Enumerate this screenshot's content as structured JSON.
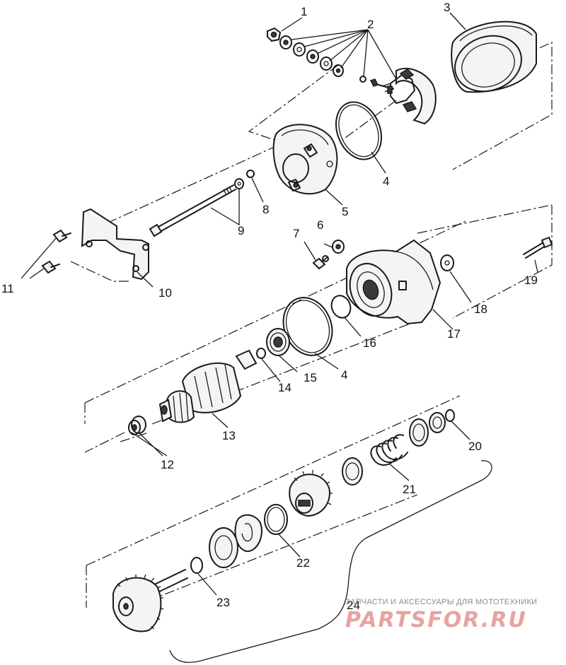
{
  "callouts": {
    "c1": "1",
    "c2": "2",
    "c3": "3",
    "c4a": "4",
    "c4b": "4",
    "c5": "5",
    "c6": "6",
    "c7": "7",
    "c8": "8",
    "c9": "9",
    "c10": "10",
    "c11": "11",
    "c12": "12",
    "c13": "13",
    "c14": "14",
    "c15": "15",
    "c16": "16",
    "c17": "17",
    "c18": "18",
    "c19": "19",
    "c20": "20",
    "c21": "21",
    "c22": "22",
    "c23": "23",
    "c24": "24"
  },
  "watermark": {
    "tagline": "ЗАПЧАСТИ И АКСЕССУАРЫ ДЛЯ МОТОТЕХНИКИ",
    "logo_text": "PARTSFOR.RU",
    "color": "#e8a2a2"
  },
  "colors": {
    "line": "#1a1a1a",
    "background": "#ffffff"
  }
}
